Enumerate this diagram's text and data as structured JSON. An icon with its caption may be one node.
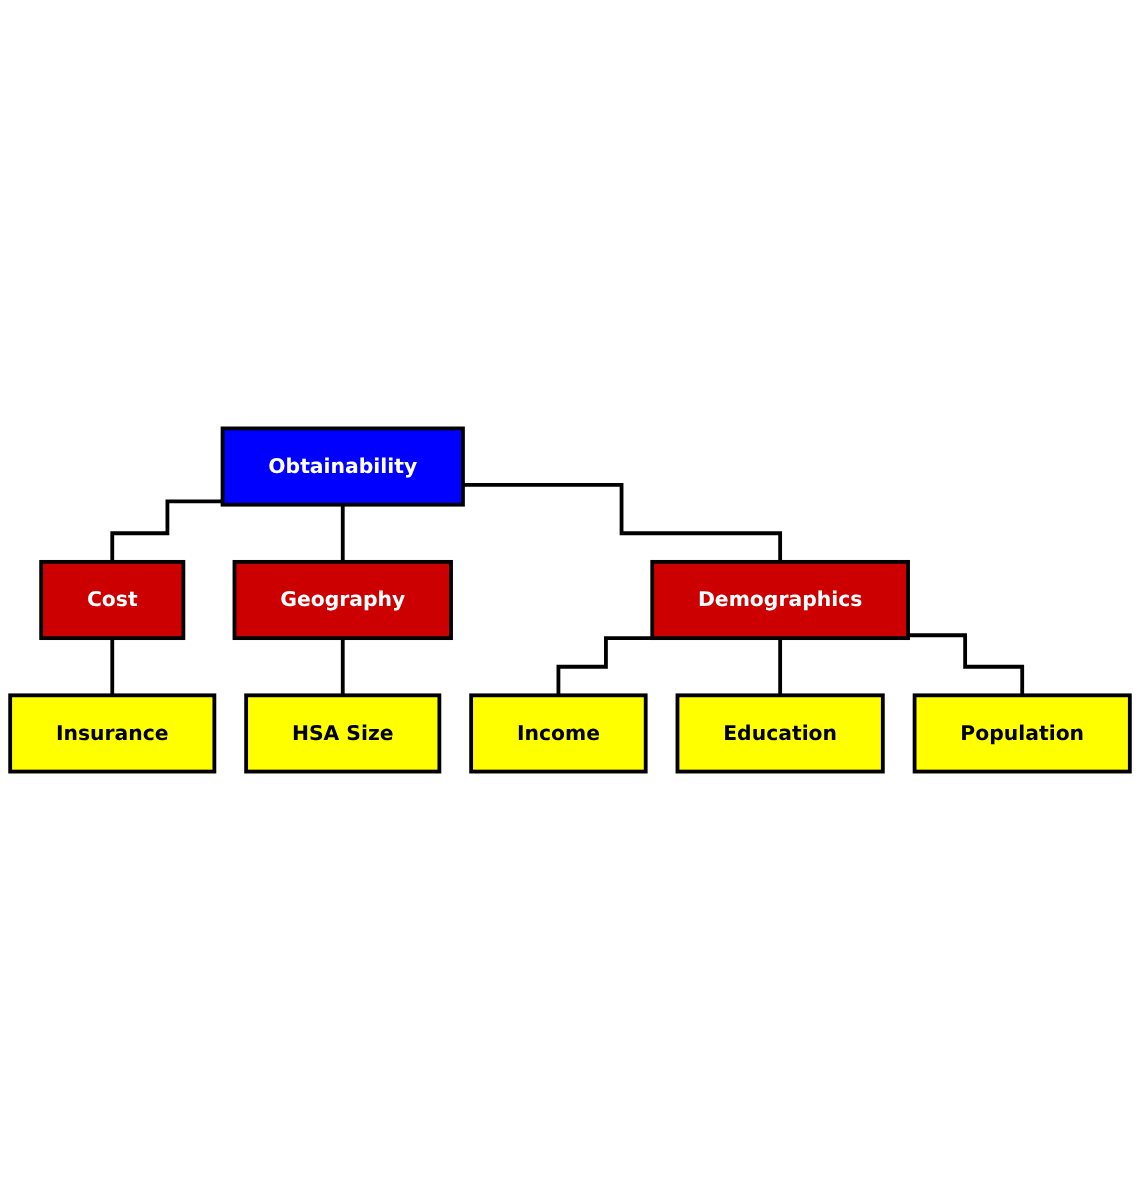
{
  "diagram": {
    "nodes": [
      {
        "text": [
          "Obtainability"
        ]
      },
      {
        "text": [
          "Cost"
        ]
      },
      {
        "text": [
          "Geography"
        ]
      },
      {
        "text": [
          "Demographics"
        ]
      },
      {
        "text": [
          "Insurance"
        ]
      },
      {
        "text": [
          "HSA Size"
        ]
      },
      {
        "text": [
          "Income"
        ]
      },
      {
        "text": [
          "Education"
        ]
      },
      {
        "text": [
          "Population"
        ]
      }
    ],
    "edges": [
      {
        "from": 0,
        "to": 1,
        "arrow": "none"
      },
      {
        "from": 0,
        "to": 2,
        "arrow": "none"
      },
      {
        "from": 0,
        "to": 3,
        "arrow": "none"
      },
      {
        "from": 1,
        "to": 4,
        "arrow": "none"
      },
      {
        "from": 2,
        "to": 5,
        "arrow": "none"
      },
      {
        "from": 3,
        "to": 6,
        "arrow": "none"
      },
      {
        "from": 3,
        "to": 7,
        "arrow": "none"
      },
      {
        "from": 3,
        "to": 8,
        "arrow": "none"
      }
    ]
  }
}
